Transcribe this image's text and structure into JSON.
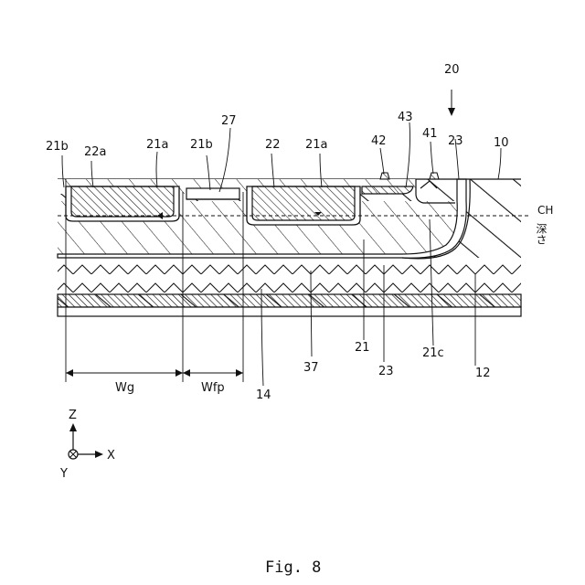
{
  "figure": {
    "caption": "Fig. 8"
  },
  "labels": {
    "l20": "20",
    "l27": "27",
    "l43": "43",
    "l21b_left": "21b",
    "l22a": "22a",
    "l21a_left": "21a",
    "l21b_mid": "21b",
    "l22": "22",
    "l21a_right": "21a",
    "l42": "42",
    "l41": "41",
    "l23_top": "23",
    "l10": "10",
    "ch": "CH",
    "depth": "深さ",
    "l21": "21",
    "l37": "37",
    "l23_bottom": "23",
    "l21c": "21c",
    "l12": "12",
    "l14": "14",
    "wg": "Wg",
    "wfp": "Wfp"
  },
  "axes": {
    "z": "Z",
    "x": "X",
    "y": "Y"
  }
}
